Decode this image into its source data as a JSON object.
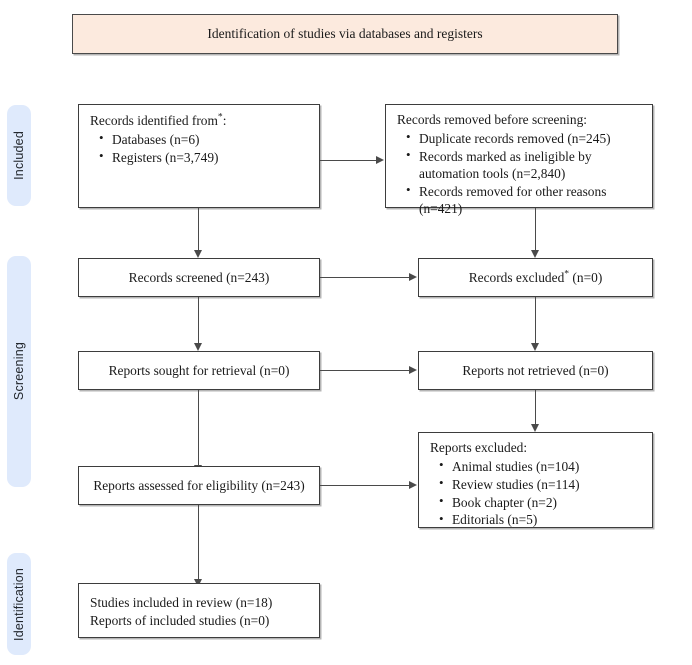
{
  "diagram": {
    "type": "prisma-flow-diagram",
    "header": {
      "label": "Identification of studies via databases and registers",
      "bg_color": "#fceade"
    },
    "stage_bands": [
      {
        "label": "Included"
      },
      {
        "label": "Screening"
      },
      {
        "label": "Identification"
      }
    ],
    "band_color": "#dfeafc",
    "boxes": {
      "records_identified": {
        "lead": "Records identified from",
        "lead_suffix": ":",
        "has_asterisk": true,
        "items": [
          "Databases (n=6)",
          "Registers (n=3,749)"
        ]
      },
      "records_removed": {
        "lead": "Records removed before screening:",
        "items": [
          "Duplicate records removed (n=245)",
          "Records marked as ineligible by automation tools (n=2,840)",
          "Records removed for other reasons (n=421)"
        ]
      },
      "records_screened": {
        "label": "Records screened (n=243)"
      },
      "records_excluded": {
        "lead": "Records excluded",
        "has_asterisk": true,
        "tail": " (n=0)"
      },
      "reports_sought": {
        "label": "Reports sought for retrieval (n=0)"
      },
      "reports_not_retrieved": {
        "label": "Reports not retrieved (n=0)"
      },
      "reports_assessed": {
        "label": "Reports assessed for eligibility (n=243)"
      },
      "reports_excluded": {
        "lead": "Reports excluded:",
        "items": [
          "Animal studies (n=104)",
          "Review studies (n=114)",
          "Book chapter (n=2)",
          "Editorials (n=5)"
        ]
      },
      "studies_included": {
        "line1": "Studies included in review (n=18)",
        "line2": "Reports of included studies (n=0)"
      }
    }
  }
}
